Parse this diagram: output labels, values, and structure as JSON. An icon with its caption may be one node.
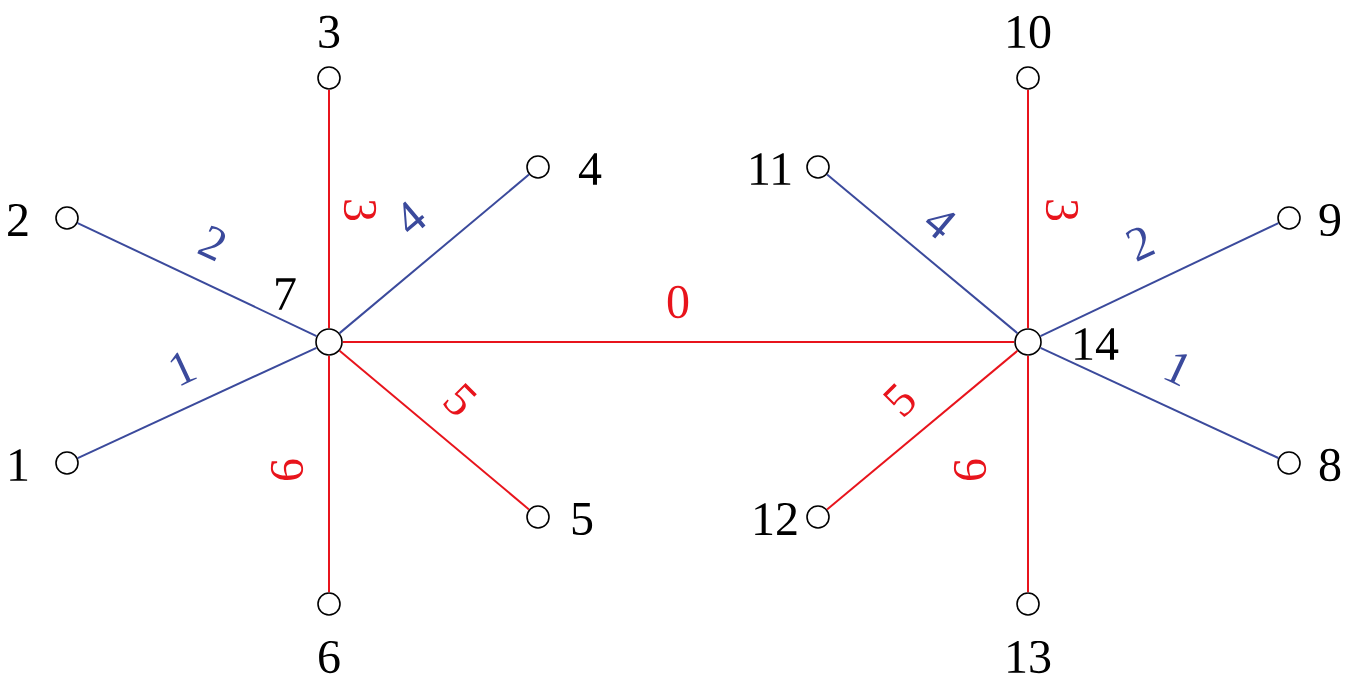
{
  "diagram": {
    "nodes": [
      {
        "text": [
          "1"
        ]
      },
      {
        "text": [
          "2"
        ]
      },
      {
        "text": [
          "3"
        ]
      },
      {
        "text": [
          "4"
        ]
      },
      {
        "text": [
          "5"
        ]
      },
      {
        "text": [
          "6"
        ]
      },
      {
        "text": [
          "7"
        ]
      },
      {
        "text": [
          "8"
        ]
      },
      {
        "text": [
          "9"
        ]
      },
      {
        "text": [
          "10"
        ]
      },
      {
        "text": [
          "11"
        ]
      },
      {
        "text": [
          "12"
        ]
      },
      {
        "text": [
          "13"
        ]
      },
      {
        "text": [
          "14"
        ]
      }
    ],
    "edges": [
      {
        "from": 6,
        "to": 0,
        "arrow": "none",
        "label": "1",
        "color": "#3b4a9c"
      },
      {
        "from": 6,
        "to": 1,
        "arrow": "none",
        "label": "2",
        "color": "#3b4a9c"
      },
      {
        "from": 6,
        "to": 2,
        "arrow": "none",
        "label": "3"
      },
      {
        "from": 6,
        "to": 3,
        "arrow": "none",
        "label": "4",
        "color": "#3b4a9c"
      },
      {
        "from": 6,
        "to": 13,
        "arrow": "none",
        "label": "0"
      },
      {
        "from": 6,
        "to": 4,
        "arrow": "none",
        "label": "5"
      },
      {
        "from": 6,
        "to": 5,
        "arrow": "none",
        "label": "6"
      },
      {
        "from": 13,
        "to": 7,
        "arrow": "none",
        "label": "1",
        "color": "#3b4a9c"
      },
      {
        "from": 13,
        "to": 8,
        "arrow": "none",
        "label": "2",
        "color": "#3b4a9c"
      },
      {
        "from": 13,
        "to": 9,
        "arrow": "none",
        "label": "3"
      },
      {
        "from": 13,
        "to": 10,
        "arrow": "none",
        "label": "4",
        "color": "#3b4a9c"
      },
      {
        "from": 13,
        "to": 11,
        "arrow": "none",
        "label": "5"
      },
      {
        "from": 13,
        "to": 12,
        "arrow": "none",
        "label": "6"
      }
    ]
  }
}
